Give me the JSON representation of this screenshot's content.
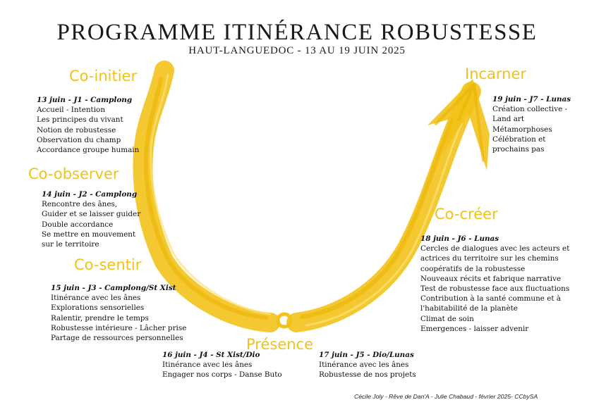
{
  "title": "PROGRAMME ITINÉRANCE ROBUSTESSE",
  "subtitle": "HAUT-LANGUEDOC - 13 AU 19 JUIN 2025",
  "colors": {
    "accent": "#f2c21a",
    "accent_dark": "#e9b300",
    "text": "#111111"
  },
  "phases": {
    "co_initier": "Co-initier",
    "co_observer": "Co-observer",
    "co_sentir": "Co-sentir",
    "presence": "Présence",
    "co_creer": "Co-créer",
    "incarner": "Incarner"
  },
  "days": {
    "j1": {
      "heading": "13 juin - J1 - Camplong",
      "lines": [
        "Accueil  - Intention",
        "Les principes du vivant",
        "Notion de robustesse",
        "Observation du champ",
        "Accordance groupe humain"
      ]
    },
    "j2": {
      "heading": "14 juin - J2 - Camplong",
      "lines": [
        "Rencontre des ânes,",
        "Guider et se laisser guider",
        "Double accordance",
        "Se mettre en mouvement",
        "sur le territoire"
      ]
    },
    "j3": {
      "heading": "15 juin - J3 - Camplong/St Xist",
      "lines": [
        "Itinérance avec les ânes",
        "Explorations sensorielles",
        "Ralentir, prendre le temps",
        "Robustesse intérieure - Lâcher prise",
        "Partage de ressources personnelles"
      ]
    },
    "j4": {
      "heading": "16 juin - J4 - St Xist/Dio",
      "lines": [
        "Itinérance avec les ânes",
        "Engager nos corps - Danse Buto"
      ]
    },
    "j5": {
      "heading": "17 juin - J5 - Dio/Lunas",
      "lines": [
        "Itinérance avec les ânes",
        "Robustesse de nos projets"
      ]
    },
    "j6": {
      "heading": "18 juin - J6 - Lunas",
      "lines": [
        "Cercles de dialogues avec les acteurs et",
        "actrices du territoire sur les chemins",
        "coopératifs de la robustesse",
        "Nouveaux récits et fabrique narrative",
        "Test de robustesse face aux fluctuations",
        "Contribution à la santé commune et à",
        "l'habitabilité de la planète",
        "Climat de soin",
        "Emergences - laisser advenir"
      ]
    },
    "j7": {
      "heading": "19 juin - J7 - Lunas",
      "lines": [
        "Création collective -",
        "Land art",
        "Métamorphoses",
        "Célébration et",
        "prochains pas"
      ]
    }
  },
  "credit": "Cécile Joly - Rêve de Dan'A - Julie Chabaud - février 2025- CCbySA"
}
